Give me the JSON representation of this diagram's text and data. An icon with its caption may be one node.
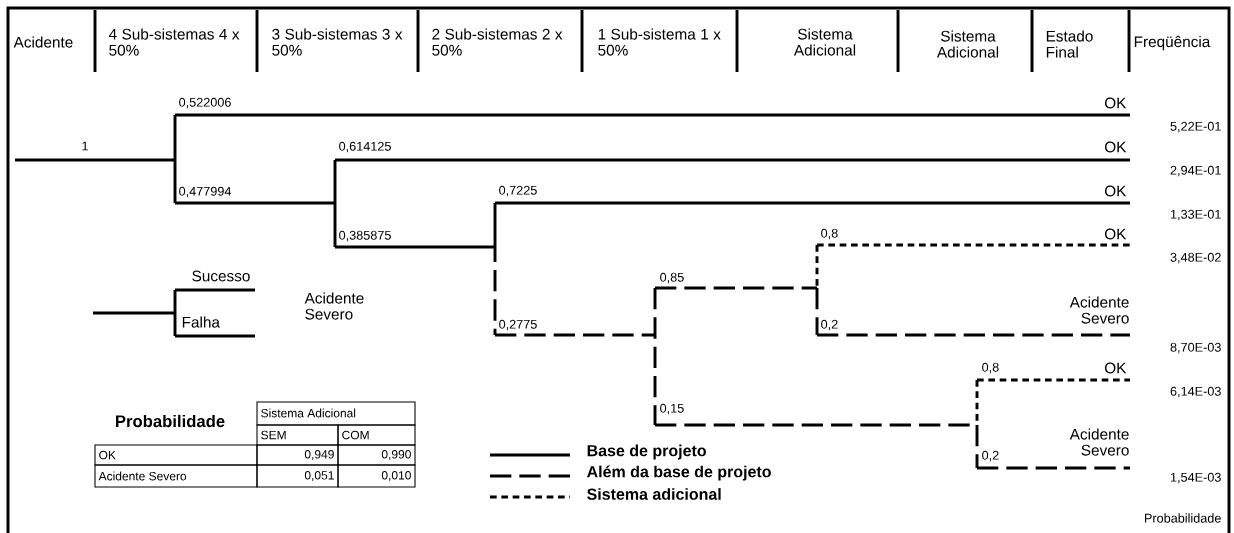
{
  "diagram": {
    "labels": [
      "Acidente",
      "4 Sub-sistemas 4 x 50%",
      "3 Sub-sistemas 3 x 50%",
      "2 Sub-sistemas 2 x 50%",
      "1 Sub-sistema 1 x 50%",
      "Sistema Adicional",
      "Sistema Adicional",
      "Estado Final",
      "Freqüência",
      "0,522006",
      "OK",
      "1",
      "0,614125",
      "OK",
      "5,22E-01",
      "0,477994",
      "0,7225",
      "OK",
      "2,94E-01",
      "0,385875",
      "0,8",
      "OK",
      "1,33E-01",
      "3,48E-02",
      "Sucesso",
      "0,85",
      "Acidente Severo",
      "Falha",
      "Acidente Severo",
      "0,2775",
      "0,2",
      "8,70E-03",
      "0,8",
      "OK",
      "6,14E-03",
      "0,15",
      "Acidente Severo",
      "0,2",
      "1,54E-03",
      "Probabilidade",
      "Sistema Adicional",
      "SEM",
      "COM",
      "OK",
      "0,949",
      "0,990",
      "Acidente Severo",
      "0,051",
      "0,010",
      "Probabilidade"
    ],
    "legend": [
      {
        "text": "Base de projeto"
      },
      {
        "text": "Além da base de projeto"
      },
      {
        "text": "Sistema adicional"
      }
    ]
  }
}
